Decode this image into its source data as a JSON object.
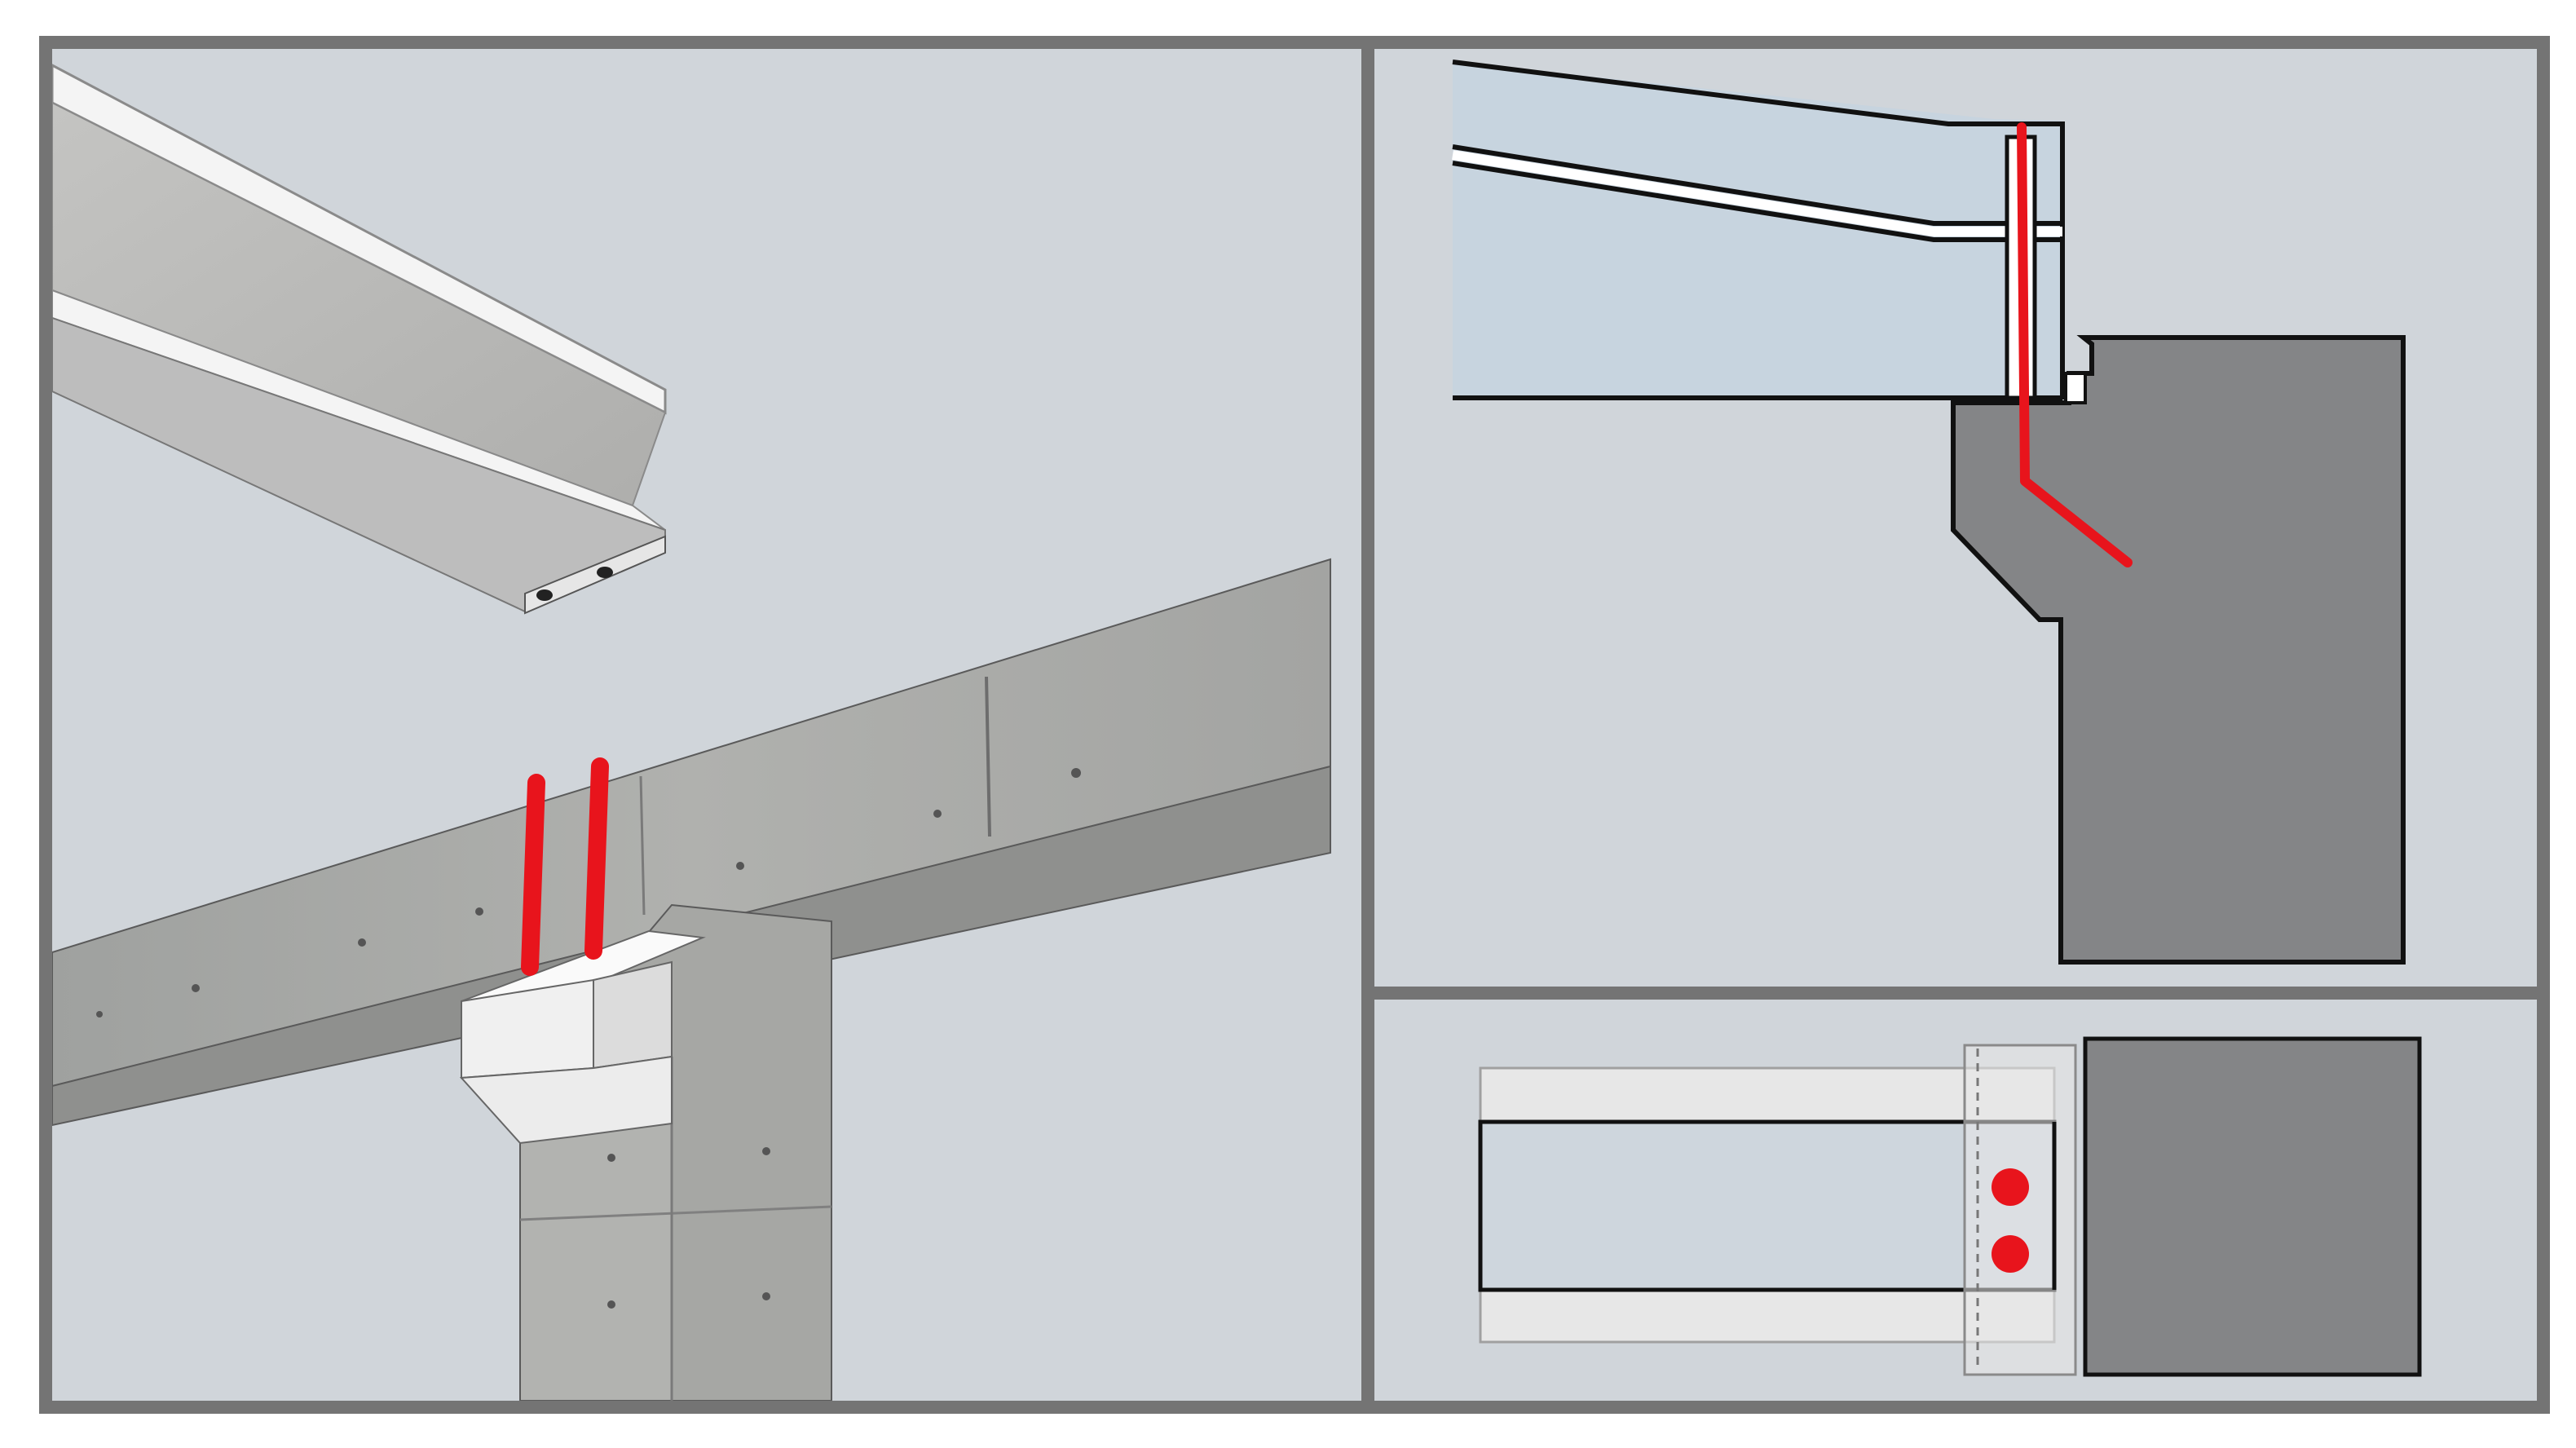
{
  "figure": {
    "panels": [
      {
        "view": "perspective"
      },
      {
        "view": "elevation-section"
      },
      {
        "view": "plan"
      }
    ]
  },
  "colors": {
    "frame": "#747474",
    "panel_background": "#d0d5da",
    "rebar": "#e8141c",
    "concrete_light": "#a9aaa7",
    "concrete_dark": "#868788",
    "precast_face": "#c7d4df",
    "white_part": "#f1f1f1",
    "outline": "#111111"
  },
  "elements": {
    "rebar_count": 2,
    "precast_beam_bolt_holes": 2
  }
}
